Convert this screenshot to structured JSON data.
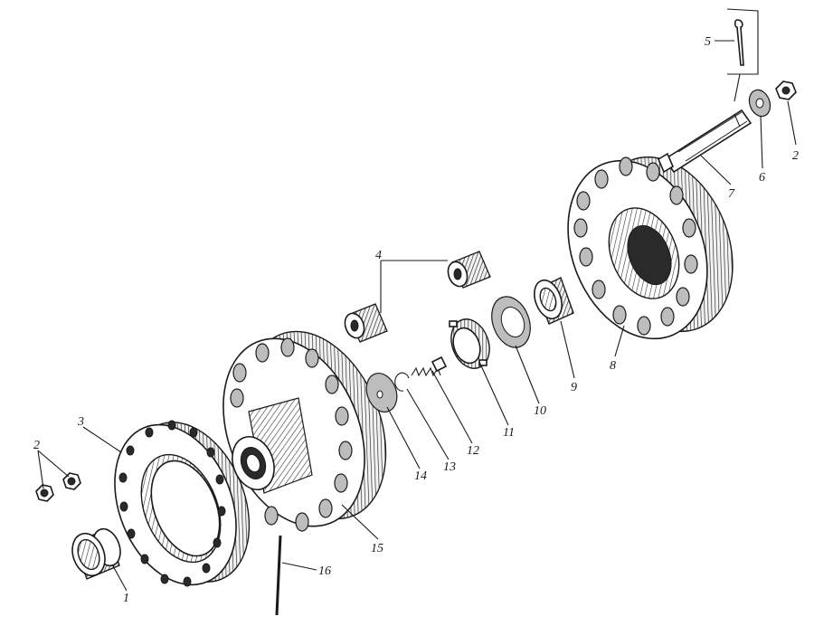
{
  "labels": {
    "l1": "1",
    "l2a": "2",
    "l2b": "2",
    "l3": "3",
    "l4": "4",
    "l5": "5",
    "l6": "6",
    "l7": "7",
    "l8": "8",
    "l9": "9",
    "l10": "10",
    "l11": "11",
    "l12": "12",
    "l13": "13",
    "l14": "14",
    "l15": "15",
    "l16": "16"
  }
}
